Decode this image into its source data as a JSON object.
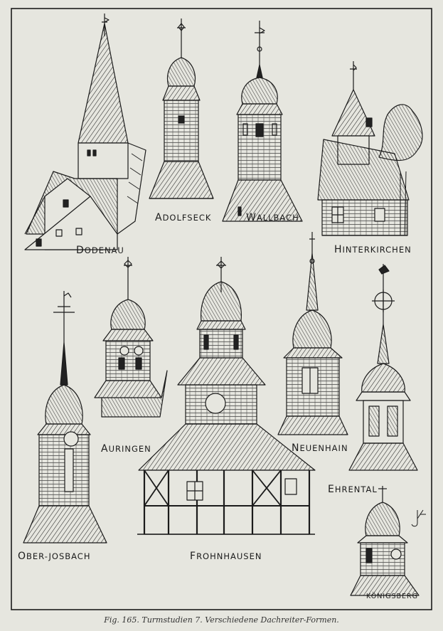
{
  "plate": {
    "labels": {
      "dodenau": "Dodenau",
      "adolfseck": "Adolfseck",
      "wallbach": "Wallbach",
      "hinterkirchen": "Hinterkirchen",
      "auringen": "Auringen",
      "neuenhain": "Neuenhain",
      "ehrental": "Ehrental",
      "ober_josbach": "Ober-Josbach",
      "frohnhausen": "Frohnhausen",
      "konigsberg": "Königsberg"
    }
  },
  "caption": "Fig. 165. Turmstudien 7. Verschiedene Dachreiter-Formen."
}
